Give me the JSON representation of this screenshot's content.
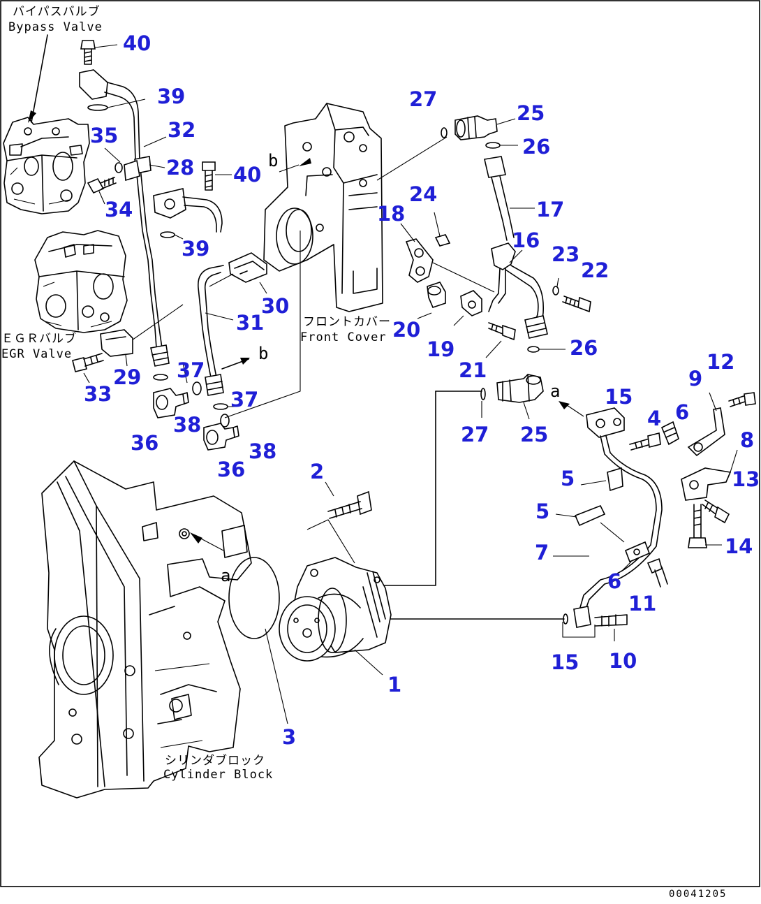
{
  "captions": {
    "bypass_jp": "バイパスバルブ",
    "bypass_en": "Bypass Valve",
    "egr_jp": "ＥＧＲバルブ",
    "egr_en": "EGR Valve",
    "front_jp": "フロントカバー",
    "front_en": "Front Cover",
    "cyl_jp": "シリンダブロック",
    "cyl_en": "Cylinder Block"
  },
  "refs": {
    "a1": "a",
    "a2": "a",
    "b1": "b",
    "b2": "b"
  },
  "footer": {
    "code": "00041205"
  },
  "parts": [
    {
      "id": "l40a",
      "text": "40"
    },
    {
      "id": "l39a",
      "text": "39"
    },
    {
      "id": "l32",
      "text": "32"
    },
    {
      "id": "l35",
      "text": "35"
    },
    {
      "id": "l28",
      "text": "28"
    },
    {
      "id": "l40b",
      "text": "40"
    },
    {
      "id": "l34",
      "text": "34"
    },
    {
      "id": "l39b",
      "text": "39"
    },
    {
      "id": "l30",
      "text": "30"
    },
    {
      "id": "l31",
      "text": "31"
    },
    {
      "id": "l29",
      "text": "29"
    },
    {
      "id": "l33",
      "text": "33"
    },
    {
      "id": "l37a",
      "text": "37"
    },
    {
      "id": "l37b",
      "text": "37"
    },
    {
      "id": "l36a",
      "text": "36"
    },
    {
      "id": "l38a",
      "text": "38"
    },
    {
      "id": "l36b",
      "text": "36"
    },
    {
      "id": "l38b",
      "text": "38"
    },
    {
      "id": "l27a",
      "text": "27"
    },
    {
      "id": "l25a",
      "text": "25"
    },
    {
      "id": "l26a",
      "text": "26"
    },
    {
      "id": "l17",
      "text": "17"
    },
    {
      "id": "l24",
      "text": "24"
    },
    {
      "id": "l18",
      "text": "18"
    },
    {
      "id": "l16",
      "text": "16"
    },
    {
      "id": "l23",
      "text": "23"
    },
    {
      "id": "l22",
      "text": "22"
    },
    {
      "id": "l20",
      "text": "20"
    },
    {
      "id": "l19",
      "text": "19"
    },
    {
      "id": "l21",
      "text": "21"
    },
    {
      "id": "l26b",
      "text": "26"
    },
    {
      "id": "l27b",
      "text": "27"
    },
    {
      "id": "l25b",
      "text": "25"
    },
    {
      "id": "l15a",
      "text": "15"
    },
    {
      "id": "l4",
      "text": "4"
    },
    {
      "id": "l6a",
      "text": "6"
    },
    {
      "id": "l9",
      "text": "9"
    },
    {
      "id": "l12",
      "text": "12"
    },
    {
      "id": "l8",
      "text": "8"
    },
    {
      "id": "l2",
      "text": "2"
    },
    {
      "id": "l5a",
      "text": "5"
    },
    {
      "id": "l5b",
      "text": "5"
    },
    {
      "id": "l13",
      "text": "13"
    },
    {
      "id": "l7",
      "text": "7"
    },
    {
      "id": "l14",
      "text": "14"
    },
    {
      "id": "l6b",
      "text": "6"
    },
    {
      "id": "l11",
      "text": "11"
    },
    {
      "id": "l1",
      "text": "1"
    },
    {
      "id": "l15b",
      "text": "15"
    },
    {
      "id": "l10",
      "text": "10"
    },
    {
      "id": "l3",
      "text": "3"
    }
  ]
}
